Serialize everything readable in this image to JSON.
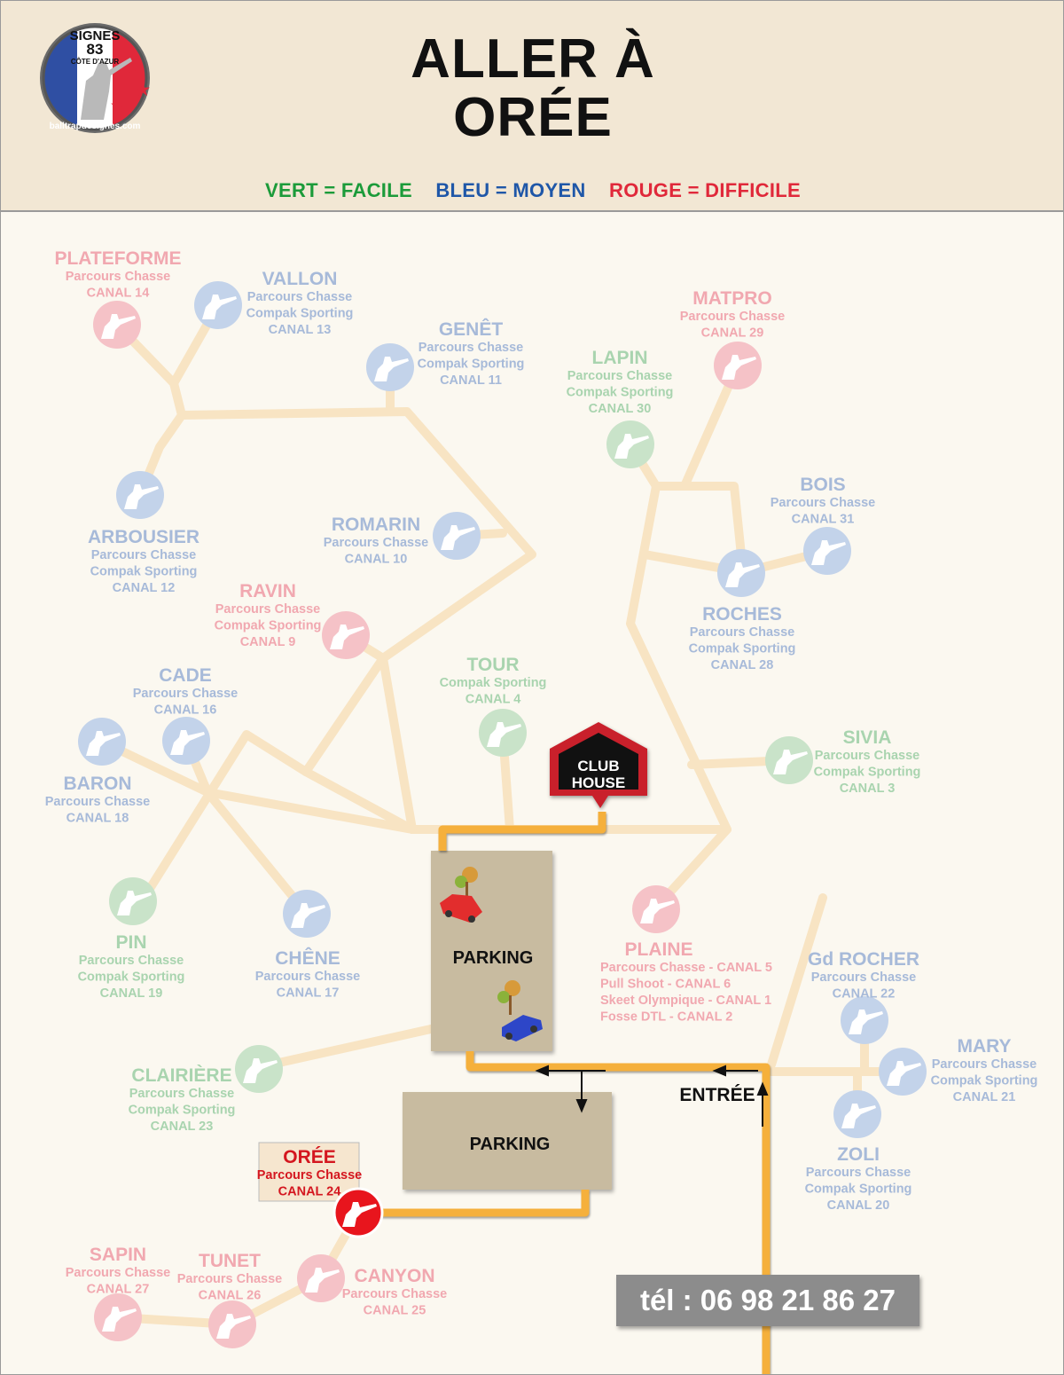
{
  "header": {
    "title_line1": "ALLER À",
    "title_line2": "ORÉE",
    "legend": [
      {
        "text": "VERT = FACILE",
        "color": "#1c9b3a"
      },
      {
        "text": "BLEU = MOYEN",
        "color": "#1f57a8"
      },
      {
        "text": "ROUGE = DIFFICILE",
        "color": "#e0283a"
      }
    ]
  },
  "logo": {
    "top_text": "SIGNES",
    "number": "83",
    "region": "CÔTE D'AZUR",
    "url": "balltrapdesignes.com"
  },
  "colors": {
    "easy": "#86c98f",
    "medium": "#7fa6da",
    "hard": "#ee7f8c",
    "path_faded": "#f8e4c3",
    "route": "#f5b03c",
    "parking": "#c8bba0"
  },
  "stations": [
    {
      "id": "plateforme",
      "name": "PLATEFORME",
      "level": "hard",
      "lines": [
        "Parcours Chasse",
        "CANAL 14"
      ]
    },
    {
      "id": "vallon",
      "name": "VALLON",
      "level": "medium",
      "lines": [
        "Parcours Chasse",
        "Compak Sporting",
        "CANAL 13"
      ]
    },
    {
      "id": "genet",
      "name": "GENÊT",
      "level": "medium",
      "lines": [
        "Parcours Chasse",
        "Compak Sporting",
        "CANAL 11"
      ]
    },
    {
      "id": "arbousier",
      "name": "ARBOUSIER",
      "level": "medium",
      "lines": [
        "Parcours Chasse",
        "Compak Sporting",
        "CANAL 12"
      ]
    },
    {
      "id": "romarin",
      "name": "ROMARIN",
      "level": "medium",
      "lines": [
        "Parcours Chasse",
        "CANAL 10"
      ]
    },
    {
      "id": "ravin",
      "name": "RAVIN",
      "level": "hard",
      "lines": [
        "Parcours Chasse",
        "Compak Sporting",
        "CANAL 9"
      ]
    },
    {
      "id": "lapin",
      "name": "LAPIN",
      "level": "easy",
      "lines": [
        "Parcours Chasse",
        "Compak Sporting",
        "CANAL 30"
      ]
    },
    {
      "id": "matpro",
      "name": "MATPRO",
      "level": "hard",
      "lines": [
        "Parcours Chasse",
        "CANAL 29"
      ]
    },
    {
      "id": "bois",
      "name": "BOIS",
      "level": "medium",
      "lines": [
        "Parcours Chasse",
        "CANAL 31"
      ]
    },
    {
      "id": "roches",
      "name": "ROCHES",
      "level": "medium",
      "lines": [
        "Parcours Chasse",
        "Compak Sporting",
        "CANAL 28"
      ]
    },
    {
      "id": "cade",
      "name": "CADE",
      "level": "medium",
      "lines": [
        "Parcours Chasse",
        "CANAL 16"
      ]
    },
    {
      "id": "baron",
      "name": "BARON",
      "level": "medium",
      "lines": [
        "Parcours Chasse",
        "CANAL 18"
      ]
    },
    {
      "id": "tour",
      "name": "TOUR",
      "level": "easy",
      "lines": [
        "Compak Sporting",
        "CANAL 4"
      ]
    },
    {
      "id": "sivia",
      "name": "SIVIA",
      "level": "easy",
      "lines": [
        "Parcours Chasse",
        "Compak Sporting",
        "CANAL 3"
      ]
    },
    {
      "id": "pin",
      "name": "PIN",
      "level": "easy",
      "lines": [
        "Parcours Chasse",
        "Compak Sporting",
        "CANAL 19"
      ]
    },
    {
      "id": "chene",
      "name": "CHÊNE",
      "level": "medium",
      "lines": [
        "Parcours Chasse",
        "CANAL 17"
      ]
    },
    {
      "id": "plaine",
      "name": "PLAINE",
      "level": "hard",
      "lines": [
        "Parcours Chasse - CANAL 5",
        "Pull Shoot - CANAL 6",
        "Skeet Olympique - CANAL 1",
        "Fosse DTL - CANAL 2"
      ]
    },
    {
      "id": "gdrocher",
      "name": "Gd ROCHER",
      "level": "medium",
      "lines": [
        "Parcours Chasse",
        "CANAL 22"
      ]
    },
    {
      "id": "mary",
      "name": "MARY",
      "level": "medium",
      "lines": [
        "Parcours Chasse",
        "Compak Sporting",
        "CANAL 21"
      ]
    },
    {
      "id": "zoli",
      "name": "ZOLI",
      "level": "medium",
      "lines": [
        "Parcours Chasse",
        "Compak Sporting",
        "CANAL 20"
      ]
    },
    {
      "id": "clairiere",
      "name": "CLAIRIÈRE",
      "level": "easy",
      "lines": [
        "Parcours Chasse",
        "Compak Sporting",
        "CANAL 23"
      ]
    },
    {
      "id": "oree",
      "name": "ORÉE",
      "level": "hard",
      "highlight": true,
      "lines": [
        "Parcours Chasse",
        "CANAL 24"
      ]
    },
    {
      "id": "sapin",
      "name": "SAPIN",
      "level": "hard",
      "lines": [
        "Parcours Chasse",
        "CANAL 27"
      ]
    },
    {
      "id": "tunet",
      "name": "TUNET",
      "level": "hard",
      "lines": [
        "Parcours Chasse",
        "CANAL 26"
      ]
    },
    {
      "id": "canyon",
      "name": "CANYON",
      "level": "hard",
      "lines": [
        "Parcours Chasse",
        "CANAL 25"
      ]
    }
  ],
  "clubhouse": {
    "line1": "CLUB",
    "line2": "HOUSE"
  },
  "parkings": [
    {
      "id": "parking-1",
      "label": "PARKING"
    },
    {
      "id": "parking-2",
      "label": "PARKING"
    }
  ],
  "entrance": {
    "label": "ENTRÉE"
  },
  "phone": {
    "text": "tél : 06 98 21 86 27"
  }
}
